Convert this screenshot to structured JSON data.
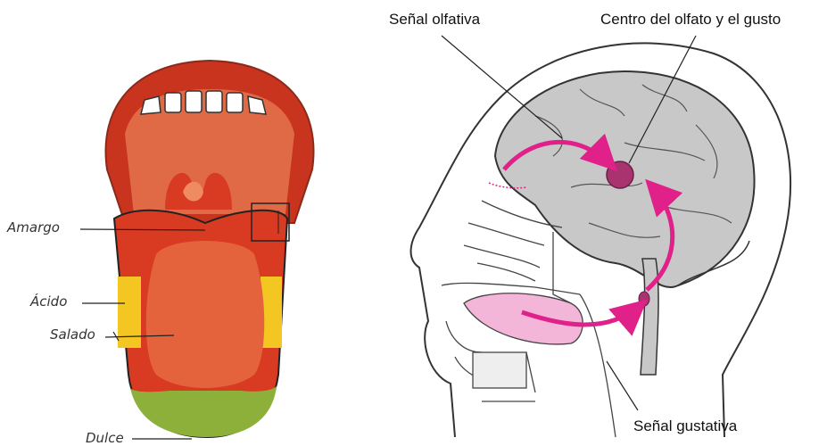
{
  "tongue": {
    "labels": {
      "bitter": "Amargo",
      "sour": "Ácido",
      "salty": "Salado",
      "sweet": "Dulce"
    },
    "colors": {
      "lips": "#c9341f",
      "bitter_zone": "#d83a22",
      "center": "#e5633c",
      "sour_zone": "#f3c622",
      "sweet_zone": "#8db03a"
    }
  },
  "head": {
    "labels": {
      "olfactory_signal": "Señal olfativa",
      "center": "Centro del olfato y el gusto",
      "gustatory_signal": "Señal gustativa"
    },
    "colors": {
      "arrow": "#e0218a",
      "brain": "#c8c8c8",
      "tongue": "#f3b6d8"
    }
  }
}
